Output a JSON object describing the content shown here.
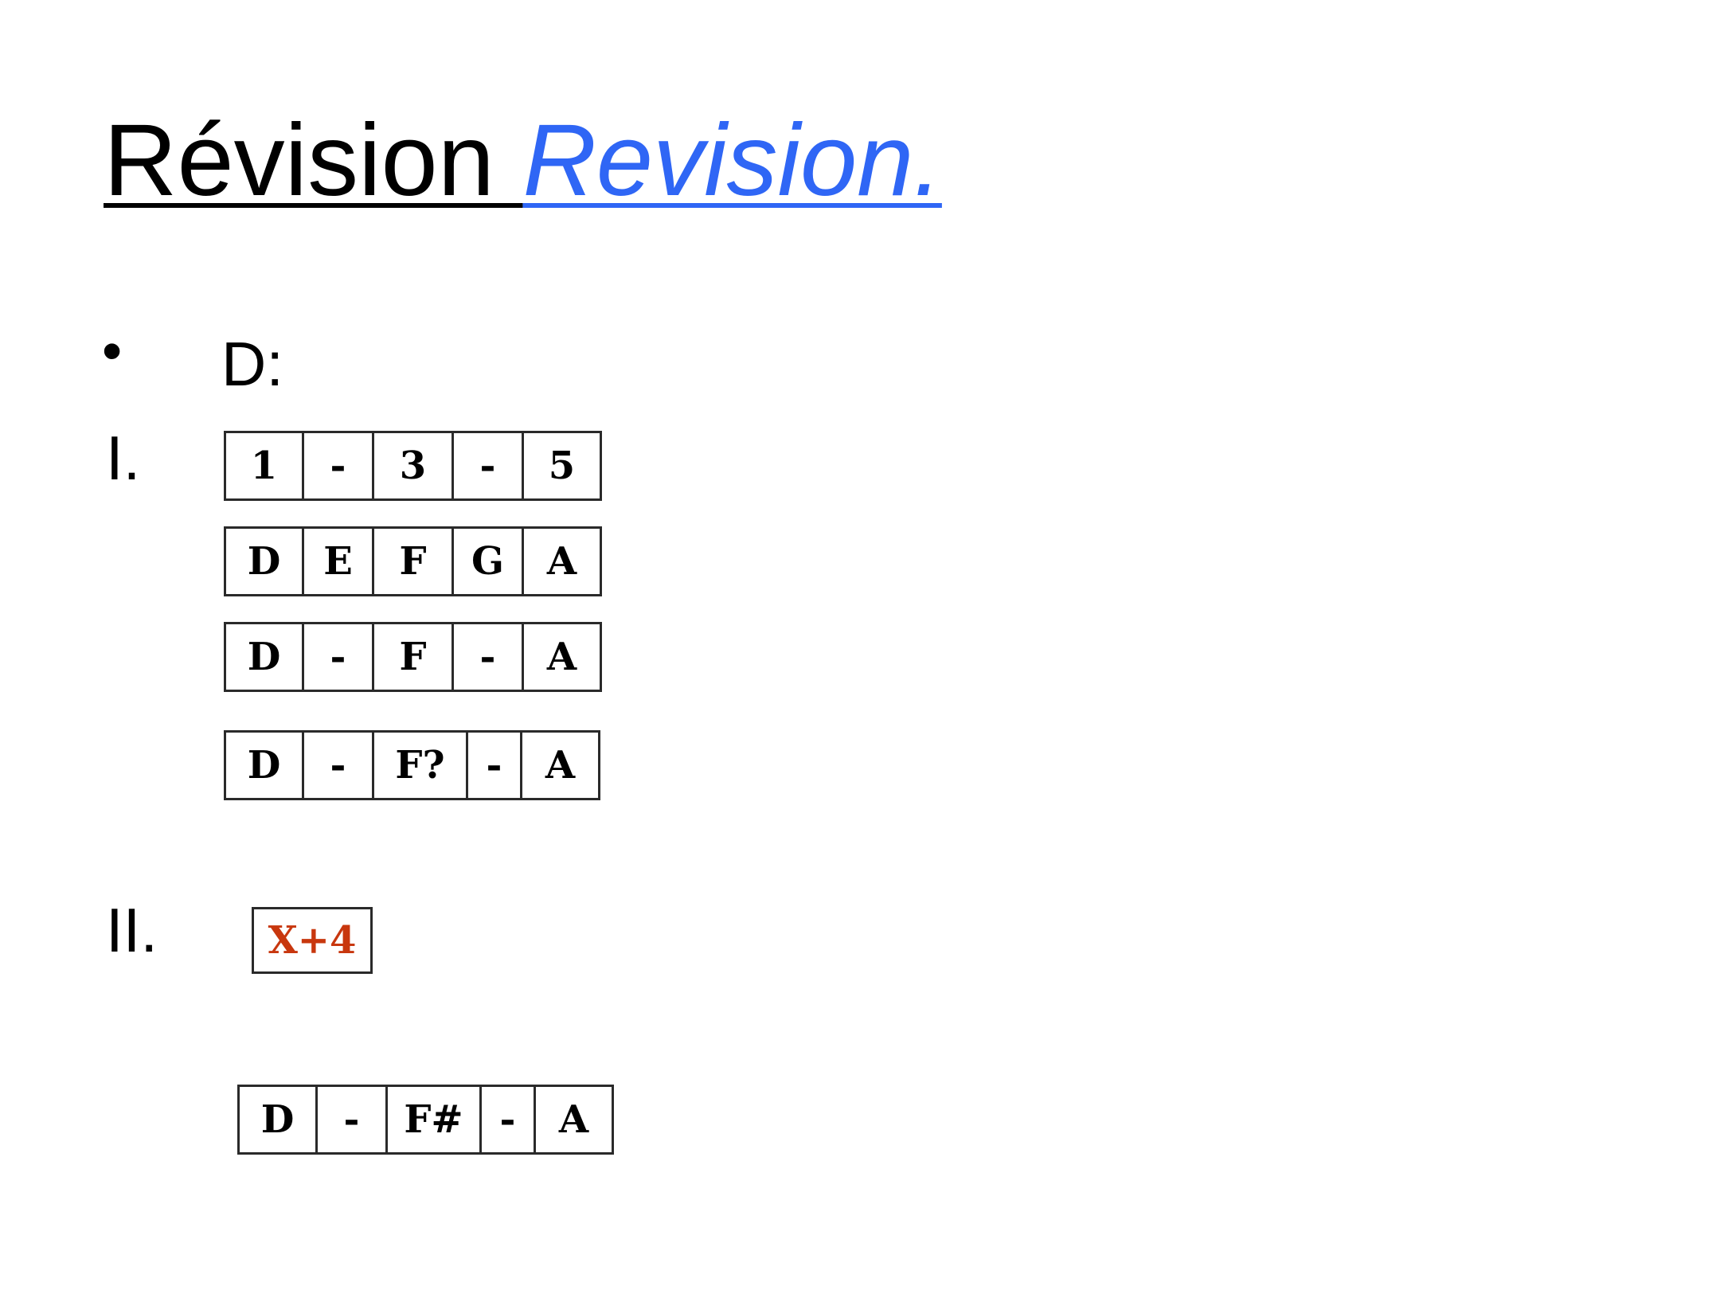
{
  "title": {
    "french": "Révision ",
    "english": "Revision."
  },
  "bullet": {
    "marker": "•",
    "text": "D:"
  },
  "sections": [
    {
      "label": "I."
    },
    {
      "label": "II."
    }
  ],
  "tables": {
    "degrees": [
      "1",
      "-",
      "3",
      "-",
      "5"
    ],
    "scale": [
      "D",
      "E",
      "F",
      "G",
      "A"
    ],
    "triad": [
      "D",
      "-",
      "F",
      "-",
      "A"
    ],
    "question": [
      "D",
      "-",
      "F?",
      "-",
      "A"
    ],
    "answer": [
      "D",
      "-",
      "F#",
      "-",
      "A"
    ]
  },
  "formula": "X+4",
  "colors": {
    "title_english": "#2f66f5",
    "formula": "#c8370e",
    "border": "#2a2a2a"
  }
}
